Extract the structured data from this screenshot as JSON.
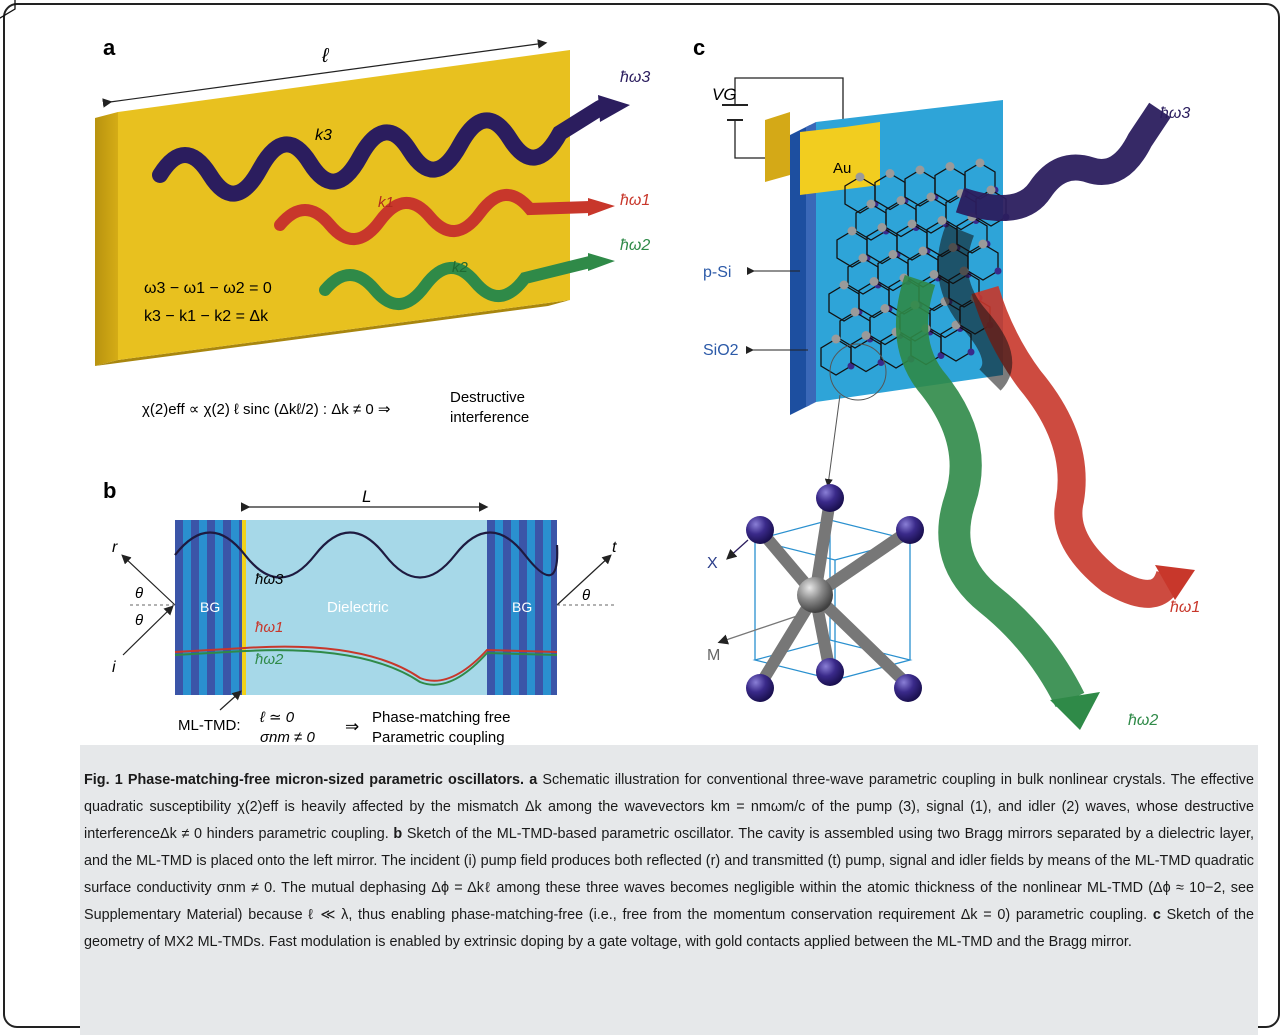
{
  "panel_a": {
    "label": "a",
    "length_symbol": "ℓ",
    "k3": "k3",
    "k1": "k1",
    "k2": "k2",
    "w3": "ħω3",
    "w1": "ħω1",
    "w2": "ħω2",
    "eq1": "ω3 − ω1 − ω2 = 0",
    "eq2": "k3 − k1 − k2 = Δk",
    "formula": "χ(2)eff ∝ χ(2) ℓ sinc (Δkℓ/2) : Δk ≠ 0 ⇒",
    "formula_result_1": "Destructive",
    "formula_result_2": "interference"
  },
  "panel_b": {
    "label": "b",
    "cavity_length": "L",
    "bg_left": "BG",
    "bg_right": "BG",
    "dielectric": "Dielectric",
    "w3": "ħω3",
    "w1": "ħω1",
    "w2": "ħω2",
    "r": "r",
    "t": "t",
    "i": "i",
    "theta": "θ",
    "mltmd_label": "ML-TMD:",
    "cond1": "ℓ ≃ 0",
    "cond2": "σnm ≠ 0",
    "result1": "Phase-matching free",
    "result2": "Parametric coupling"
  },
  "panel_c": {
    "label": "c",
    "vg": "VG",
    "au": "Au",
    "psi": "p-Si",
    "sio2": "SiO2",
    "x": "X",
    "m": "M",
    "w3": "ħω3",
    "w1": "ħω1",
    "w2": "ħω2"
  },
  "caption": {
    "title": "Fig. 1 Phase-matching-free micron-sized parametric oscillators.",
    "a_label": "a",
    "a_text": "Schematic illustration for conventional three-wave parametric coupling in bulk nonlinear crystals. The effective quadratic susceptibility χ(2)eff is heavily affected by the mismatch Δk among the wavevectors km = nmωm/c of the pump (3), signal (1), and idler (2) waves, whose destructive interferenceΔk ≠ 0 hinders parametric coupling.",
    "b_label": "b",
    "b_text": "Sketch of the ML-TMD-based parametric oscillator. The cavity is assembled using two Bragg mirrors separated by a dielectric layer, and the ML-TMD is placed onto the left mirror. The incident (i) pump field produces both reflected (r) and transmitted (t) pump, signal and idler fields by means of the ML-TMD quadratic surface conductivity σnm ≠ 0. The mutual dephasing Δϕ = Δkℓ among these three waves becomes negligible within the atomic thickness of the nonlinear ML-TMD (Δϕ ≈ 10−2, see Supplementary Material) because ℓ ≪ λ, thus enabling phase-matching-free (i.e., free from the momentum conservation requirement Δk = 0) parametric coupling.",
    "c_label": "c",
    "c_text": "Sketch of the geometry of MX2 ML-TMDs. Fast modulation is enabled by extrinsic doping by a gate voltage, with gold contacts applied between the ML-TMD and the Bragg mirror."
  },
  "colors": {
    "gold": "#e8c11f",
    "navy": "#2b1d5e",
    "red": "#c8372b",
    "green": "#2f8a48",
    "blue": "#2a90cf",
    "dielectric": "#a6d8e8"
  }
}
